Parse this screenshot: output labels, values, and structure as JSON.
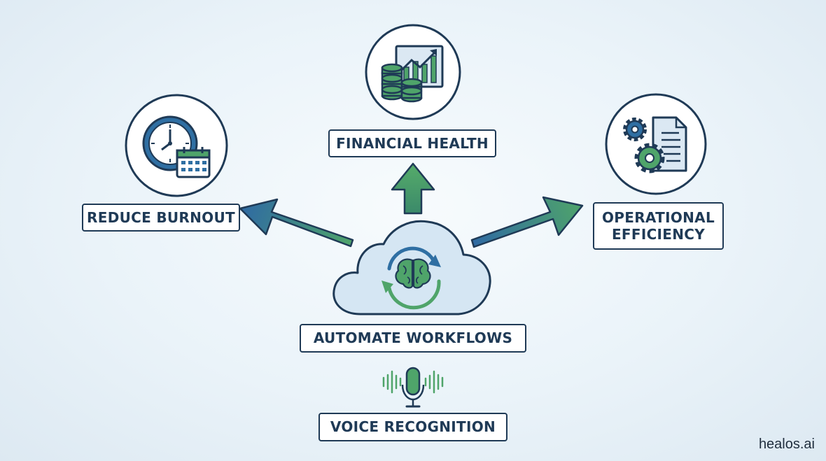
{
  "nodes": {
    "financial_health": "FINANCIAL HEALTH",
    "reduce_burnout": "REDUCE BURNOUT",
    "operational_efficiency": [
      "OPERATIONAL",
      "EFFICIENCY"
    ],
    "automate_workflows": "AUTOMATE WORKFLOWS",
    "voice_recognition": "VOICE RECOGNITION"
  },
  "brand": "healos.ai",
  "colors": {
    "navy": "#1f3a56",
    "green": "#4fa46a",
    "blue": "#2f6fa3",
    "cloud_fill": "#d5e6f3"
  },
  "icons": [
    "stacked-coins-growth-chart-icon",
    "clock-calendar-icon",
    "gears-document-icon",
    "cloud-brain-cycle-icon",
    "microphone-soundwave-icon"
  ]
}
